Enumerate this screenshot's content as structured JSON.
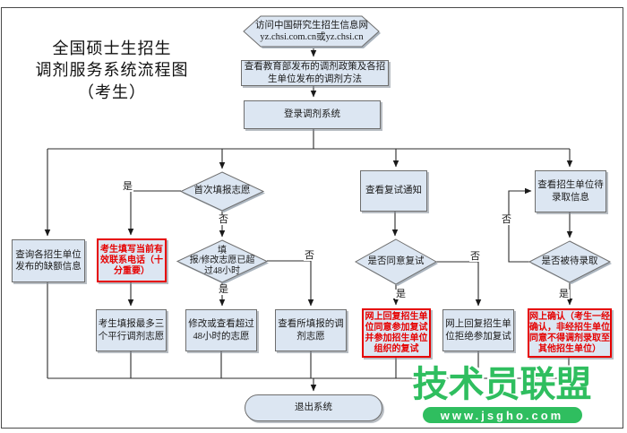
{
  "title": "全国硕士生招生\n调剂服务系统流程图\n（考生）",
  "nodes": {
    "visit": {
      "label": "访问中国研究生招生信息网\nyz.chsi.com.cn或yz.chsi.cn"
    },
    "policy": {
      "label": "查看教育部发布的调剂政策及各招\n生单位发布的调剂方法"
    },
    "login": {
      "label": "登录调剂系统"
    },
    "quota": {
      "label": "查询各招生单位\n发布的缺额信息"
    },
    "first_fill": {
      "label": "首次填报志愿"
    },
    "phone": {
      "label": "考生填写当前有\n效联系电话（十\n分重要）"
    },
    "fill_three": {
      "label": "考生填报最多三\n个平行调剂志愿"
    },
    "over48": {
      "label": "填\n报/修改志愿已超\n过48小时"
    },
    "modify48": {
      "label": "修改或查看超过\n48小时的志愿"
    },
    "view_filled": {
      "label": "查看所填报的调\n剂志愿"
    },
    "notice": {
      "label": "查看复试通知"
    },
    "agree_retest": {
      "label": "是否同意复试"
    },
    "reply_agree": {
      "label": "网上回复招生单\n位同意参加复试\n并参加招生单位\n组织的复试"
    },
    "reply_refuse": {
      "label": "网上回复招生单\n位拒绝参加复试"
    },
    "admission_info": {
      "label": "查看招生单位待\n录取信息"
    },
    "is_admitted": {
      "label": "是否被待录取"
    },
    "confirm": {
      "label": "网上确认（考生一经\n确认，非经招生单位\n同意不得调剂录取至\n其他招生单位）"
    },
    "exit": {
      "label": "退出系统"
    }
  },
  "edge_labels": {
    "yes": "是",
    "no": "否"
  },
  "watermark": {
    "name": "技术员联盟",
    "url": "www.jsgho.com"
  },
  "colors": {
    "node_fill": "#dce6f2",
    "node_border": "#6e6e6e",
    "highlight_red": "#e60000",
    "connector": "#2b2b2b",
    "watermark_green": "#2fbe5f"
  }
}
